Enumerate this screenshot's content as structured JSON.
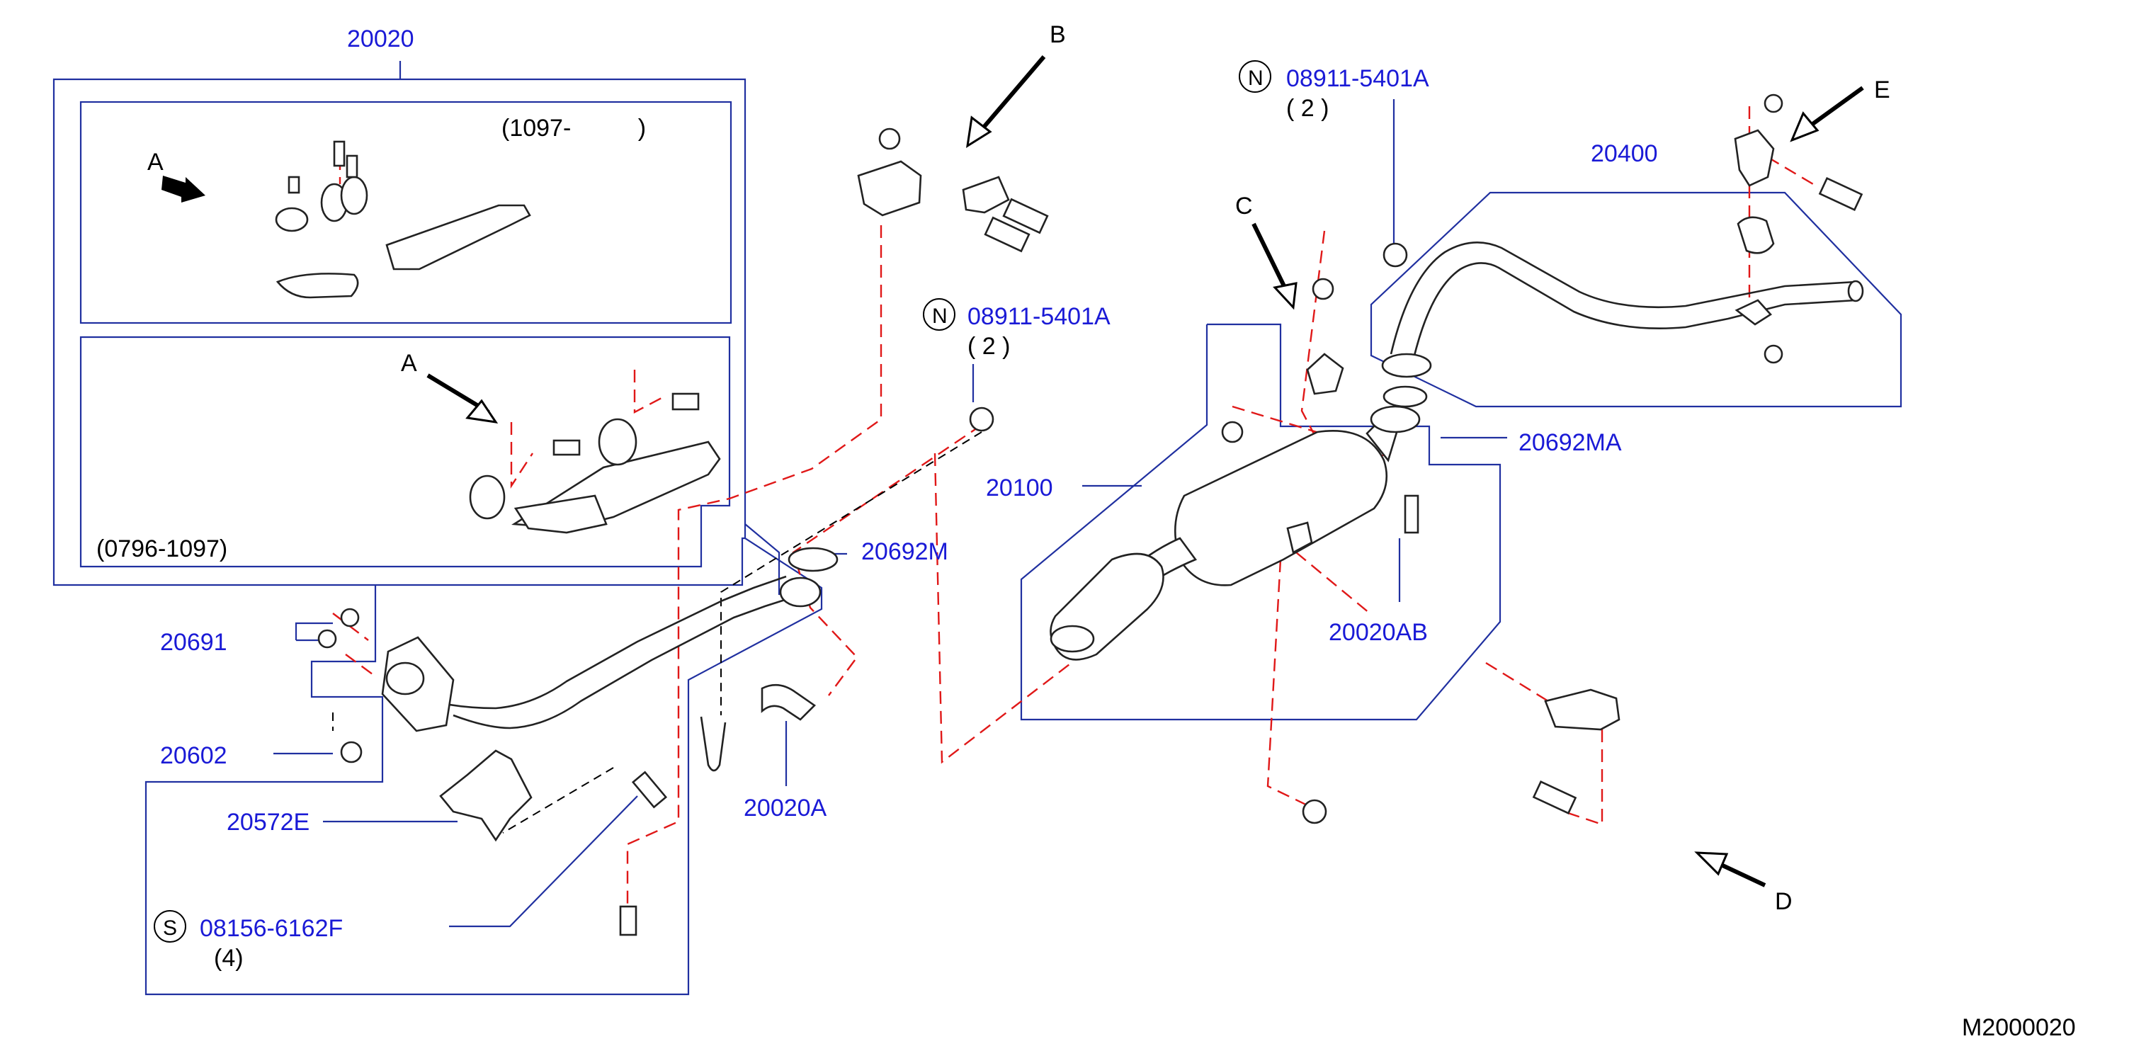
{
  "colors": {
    "part_number": "#1a1ad6",
    "leader": "#2030a0",
    "hidden_line": "#e01818",
    "outline": "#222222"
  },
  "labels": {
    "p20020": "20020",
    "range_new": "(1097-          )",
    "range_old": "(0796-1097)",
    "view_a": "A",
    "view_b": "B",
    "view_c": "C",
    "view_d": "D",
    "view_e": "E",
    "p08911_left": "08911-5401A",
    "p08911_left_qty": "( 2 )",
    "p08911_right": "08911-5401A",
    "p08911_right_qty": "( 2 )",
    "badge_n": "N",
    "badge_s": "S",
    "p20400": "20400",
    "p20692MA": "20692MA",
    "p20692M": "20692M",
    "p20100": "20100",
    "p20020AB": "20020AB",
    "p20691": "20691",
    "p20602": "20602",
    "p20572E": "20572E",
    "p20020A": "20020A",
    "p08156": "08156-6162F",
    "p08156_qty": "(4)",
    "ref_code": "M2000020"
  }
}
